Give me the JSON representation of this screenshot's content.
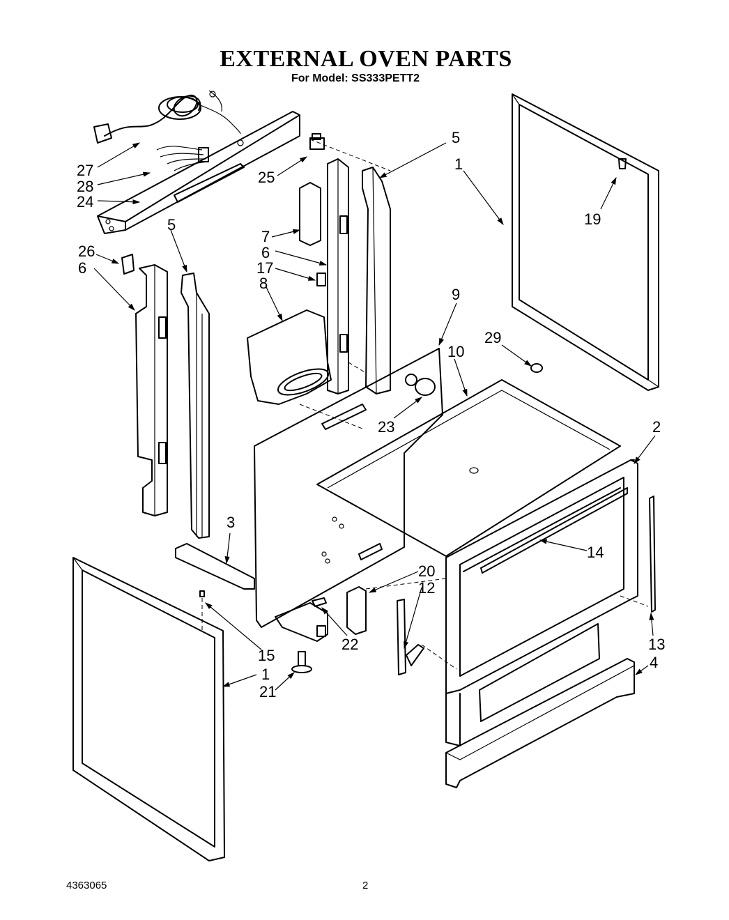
{
  "header": {
    "title": "EXTERNAL OVEN PARTS",
    "model_line": "For Model: SS333PETT2"
  },
  "footer": {
    "doc_number": "4363065",
    "page_number": "2"
  },
  "callouts": {
    "c1a": "1",
    "c1b": "1",
    "c2": "2",
    "c3": "3",
    "c4": "4",
    "c5a": "5",
    "c5b": "5",
    "c6a": "6",
    "c6b": "6",
    "c7": "7",
    "c8": "8",
    "c9": "9",
    "c10": "10",
    "c12": "12",
    "c13": "13",
    "c14": "14",
    "c15": "15",
    "c17": "17",
    "c19": "19",
    "c20": "20",
    "c21": "21",
    "c22": "22",
    "c23": "23",
    "c24": "24",
    "c25": "25",
    "c26": "26",
    "c27": "27",
    "c28": "28",
    "c29": "29"
  }
}
